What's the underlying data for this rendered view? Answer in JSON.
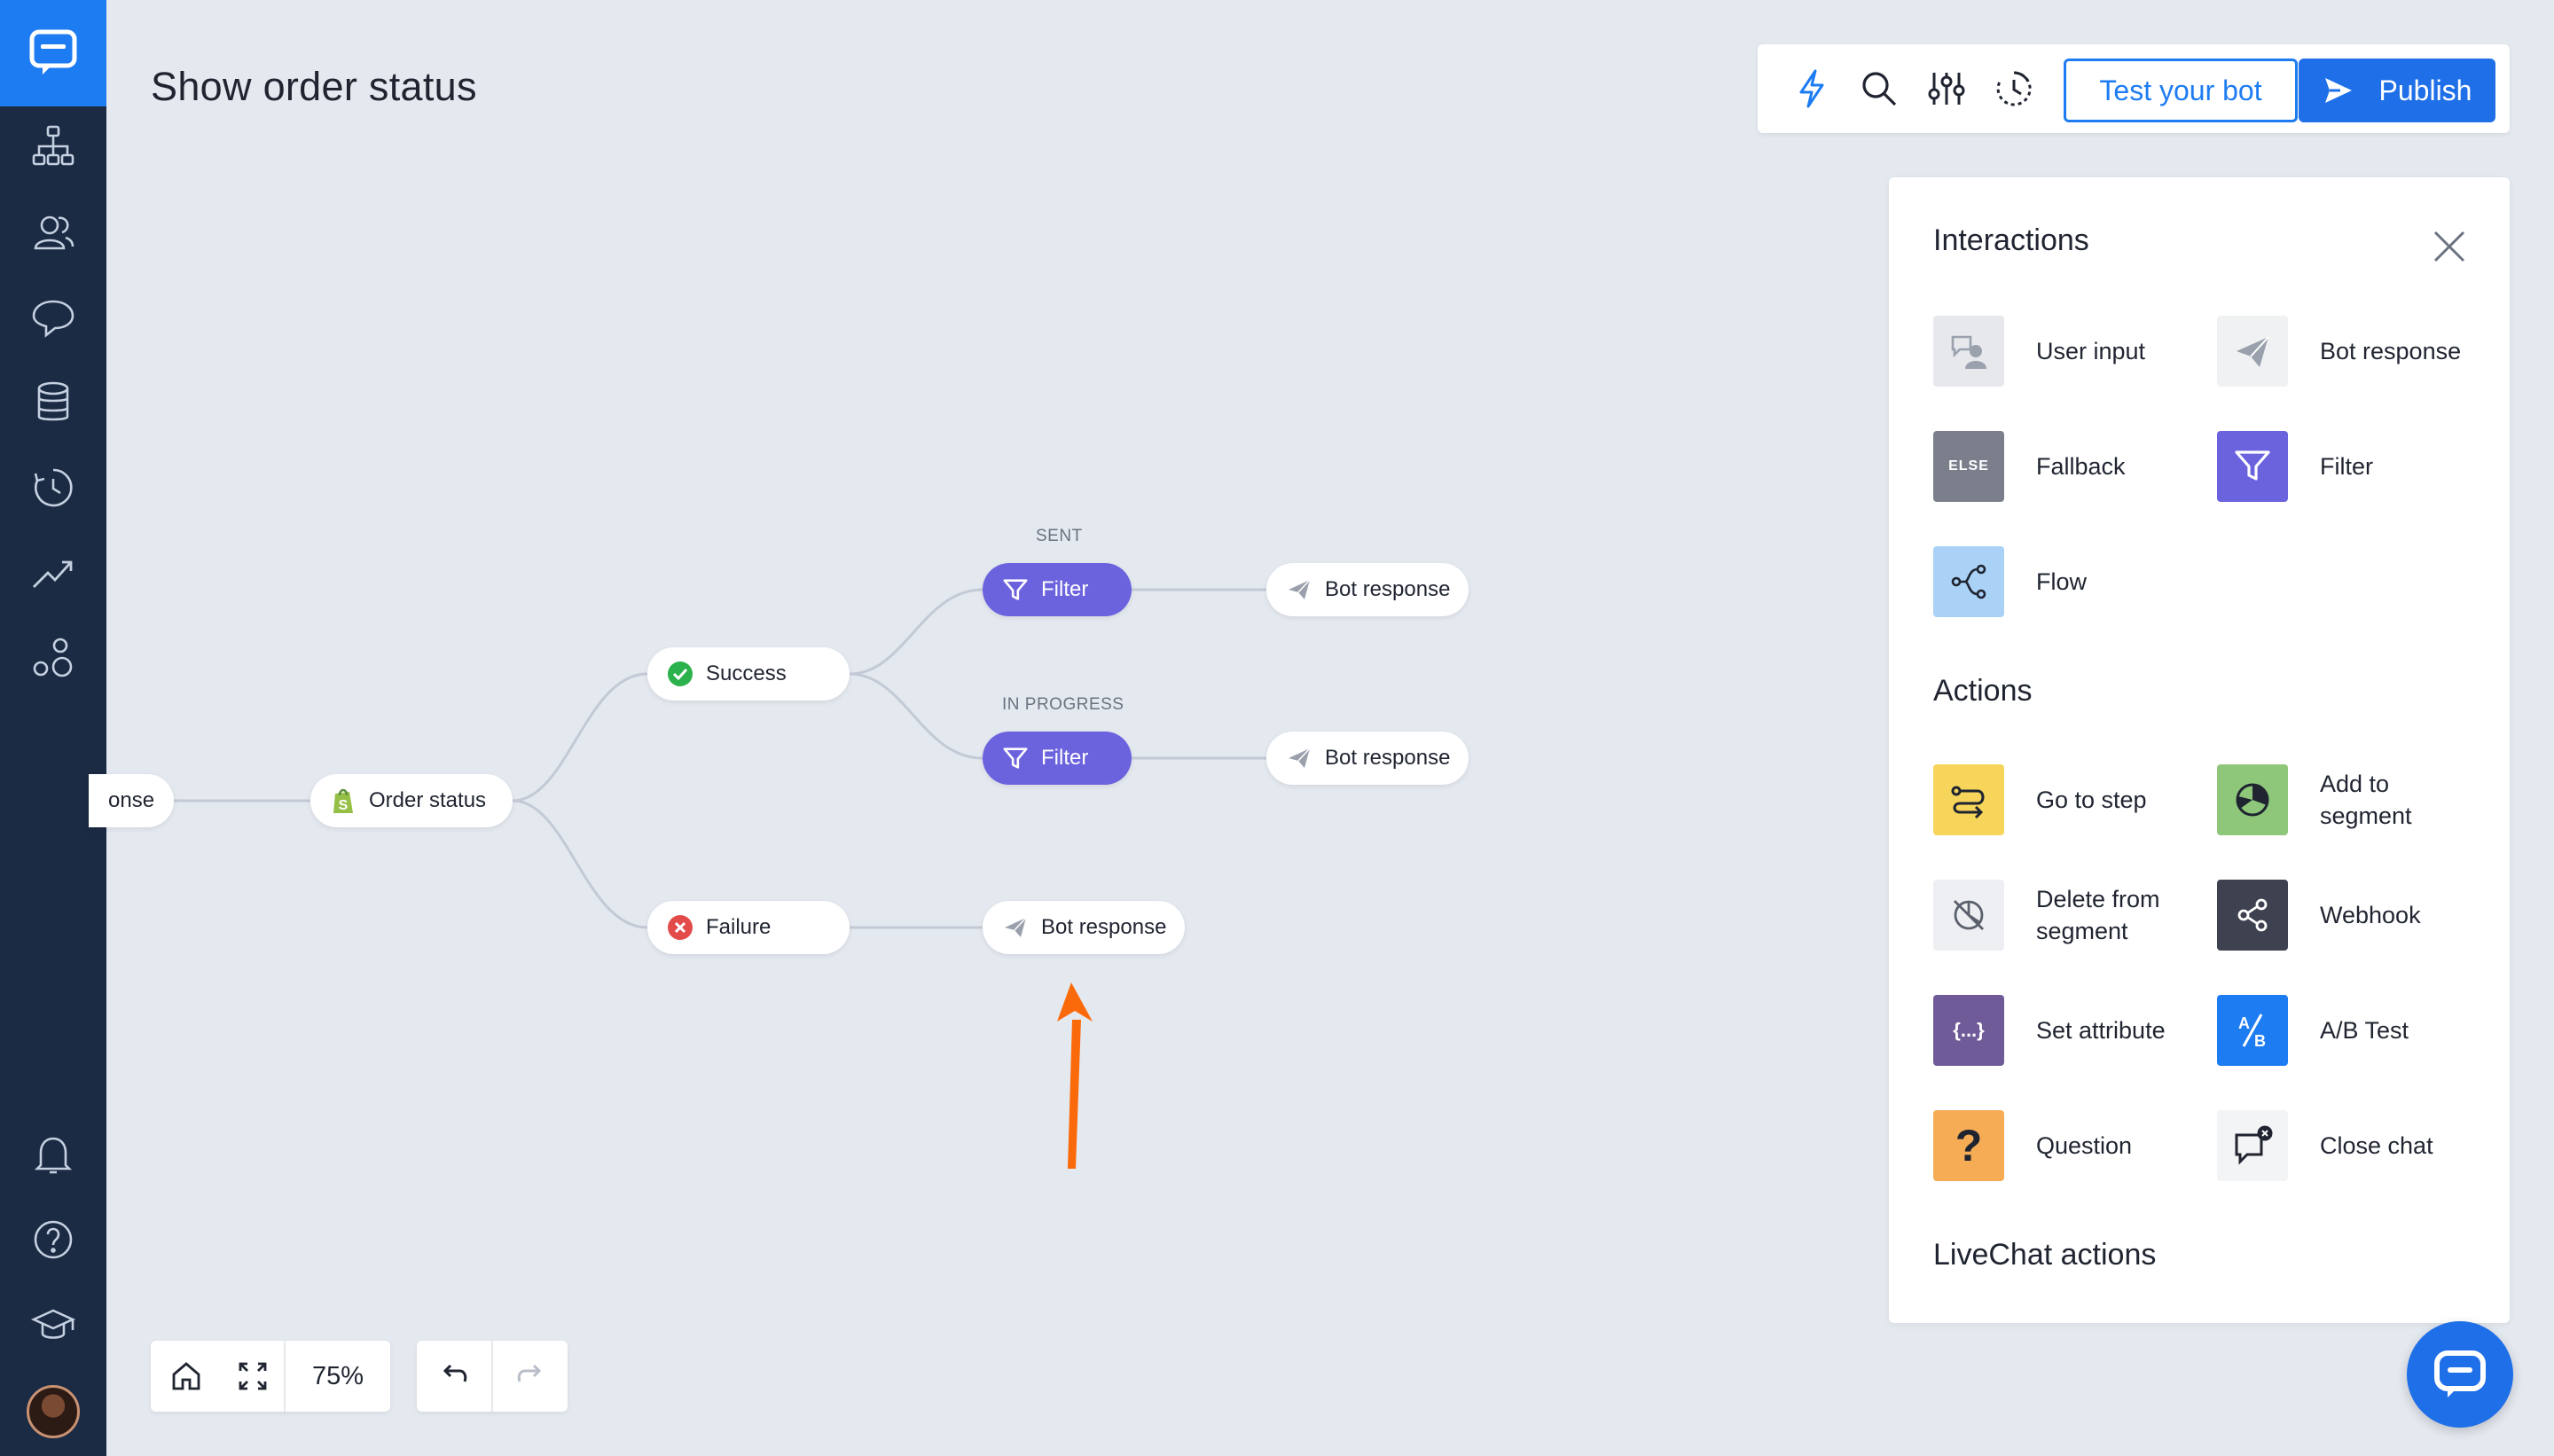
{
  "page_title": "Show order status",
  "toolbar": {
    "icons": [
      "lightning-icon",
      "search-icon",
      "sliders-icon",
      "history-icon"
    ],
    "test_label": "Test your bot",
    "publish_label": "Publish"
  },
  "sidebar": {
    "icons": [
      "logo-chat-icon",
      "org-chart-icon",
      "users-icon",
      "chat-bubble-icon",
      "database-icon",
      "clock-icon",
      "trend-icon",
      "integrations-icon",
      "bell-icon",
      "help-icon",
      "academy-icon"
    ]
  },
  "flow": {
    "nodes": {
      "bot_response_partial": "onse",
      "order_status": "Order status",
      "success": "Success",
      "failure": "Failure",
      "filter_sent": "Filter",
      "filter_in_progress": "Filter",
      "bot_response_sent": "Bot response",
      "bot_response_in_progress": "Bot response",
      "bot_response_failure": "Bot response"
    },
    "labels": {
      "sent": "SENT",
      "in_progress": "IN PROGRESS"
    }
  },
  "panel": {
    "interactions_title": "Interactions",
    "actions_title": "Actions",
    "livechat_title": "LiveChat actions",
    "interactions": [
      {
        "label": "User input",
        "icon": "user-input-icon",
        "color": "#e6e8ec"
      },
      {
        "label": "Bot response",
        "icon": "paper-plane-icon",
        "color": "#f0f1f3"
      },
      {
        "label": "Fallback",
        "icon": "else-icon",
        "color": "#7b7f8c",
        "icon_text": "ELSE"
      },
      {
        "label": "Filter",
        "icon": "filter-icon",
        "color": "#6b62de"
      },
      {
        "label": "Flow",
        "icon": "flow-icon",
        "color": "#a9d2f6"
      }
    ],
    "actions": [
      {
        "label": "Go to step",
        "icon": "go-to-step-icon",
        "color": "#f7d55a"
      },
      {
        "label": "Add to\nsegment",
        "icon": "segment-icon",
        "color": "#8ec77a"
      },
      {
        "label": "Delete from\nsegment",
        "icon": "delete-segment-icon",
        "color": "#eeeff2"
      },
      {
        "label": "Webhook",
        "icon": "webhook-icon",
        "color": "#3d4150"
      },
      {
        "label": "Set attribute",
        "icon": "braces-icon",
        "color": "#6f5b98",
        "icon_text": "{...}"
      },
      {
        "label": "A/B Test",
        "icon": "ab-test-icon",
        "color": "#1e7cf2"
      },
      {
        "label": "Question",
        "icon": "question-icon",
        "color": "#f6ac55",
        "icon_text": "?"
      },
      {
        "label": "Close chat",
        "icon": "close-chat-icon",
        "color": "#f3f4f6"
      }
    ]
  },
  "controls": {
    "zoom": "75%"
  }
}
